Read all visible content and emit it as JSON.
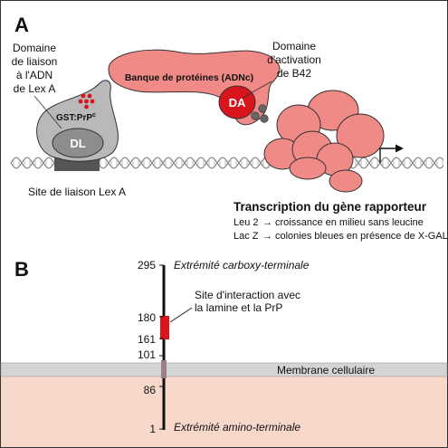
{
  "panel_a": {
    "letter": "A",
    "dbd_caption": [
      "Domaine",
      "de liaison",
      "à l'ADN",
      "de Lex A"
    ],
    "gst_label": "GST:PrP",
    "gst_superscript": "c",
    "dl_label": "DL",
    "library_label": "Banque de protéines (ADNc)",
    "da_label": "DA",
    "ad_caption": [
      "Domaine",
      "d'activation",
      "de B42"
    ],
    "lexa_site_label": "Site de liaison Lex A",
    "reporter_title": "Transcription du gène rapporteur",
    "reporter_lines": [
      {
        "gene": "Leu 2",
        "effect": "croissance en milieu sans leucine"
      },
      {
        "gene": "Lac Z",
        "effect": "colonies bleues en présence de X-GAL"
      }
    ],
    "colors": {
      "protein_pink": "#f08a86",
      "grey_bait": "#b9b9b9",
      "da_red": "#d8141c",
      "dots": "#d8141c"
    }
  },
  "panel_b": {
    "letter": "B",
    "ticks": [
      {
        "value": "295",
        "label": "Extrémité carboxy-terminale"
      },
      {
        "value": "180",
        "label": ""
      },
      {
        "value": "161",
        "label": ""
      },
      {
        "value": "101",
        "label": ""
      },
      {
        "value": "86",
        "label": ""
      },
      {
        "value": "1",
        "label": "Extrémité amino-terminale"
      }
    ],
    "interaction_label": [
      "Site d'interaction avec",
      "la lamine et la PrP"
    ],
    "membrane_label": "Membrane cellulaire",
    "colors": {
      "membrane": "#d4d4d4",
      "cytoplasm": "#f9d8cc",
      "site": "#d8141c",
      "tm": "#9b7f8b"
    }
  }
}
